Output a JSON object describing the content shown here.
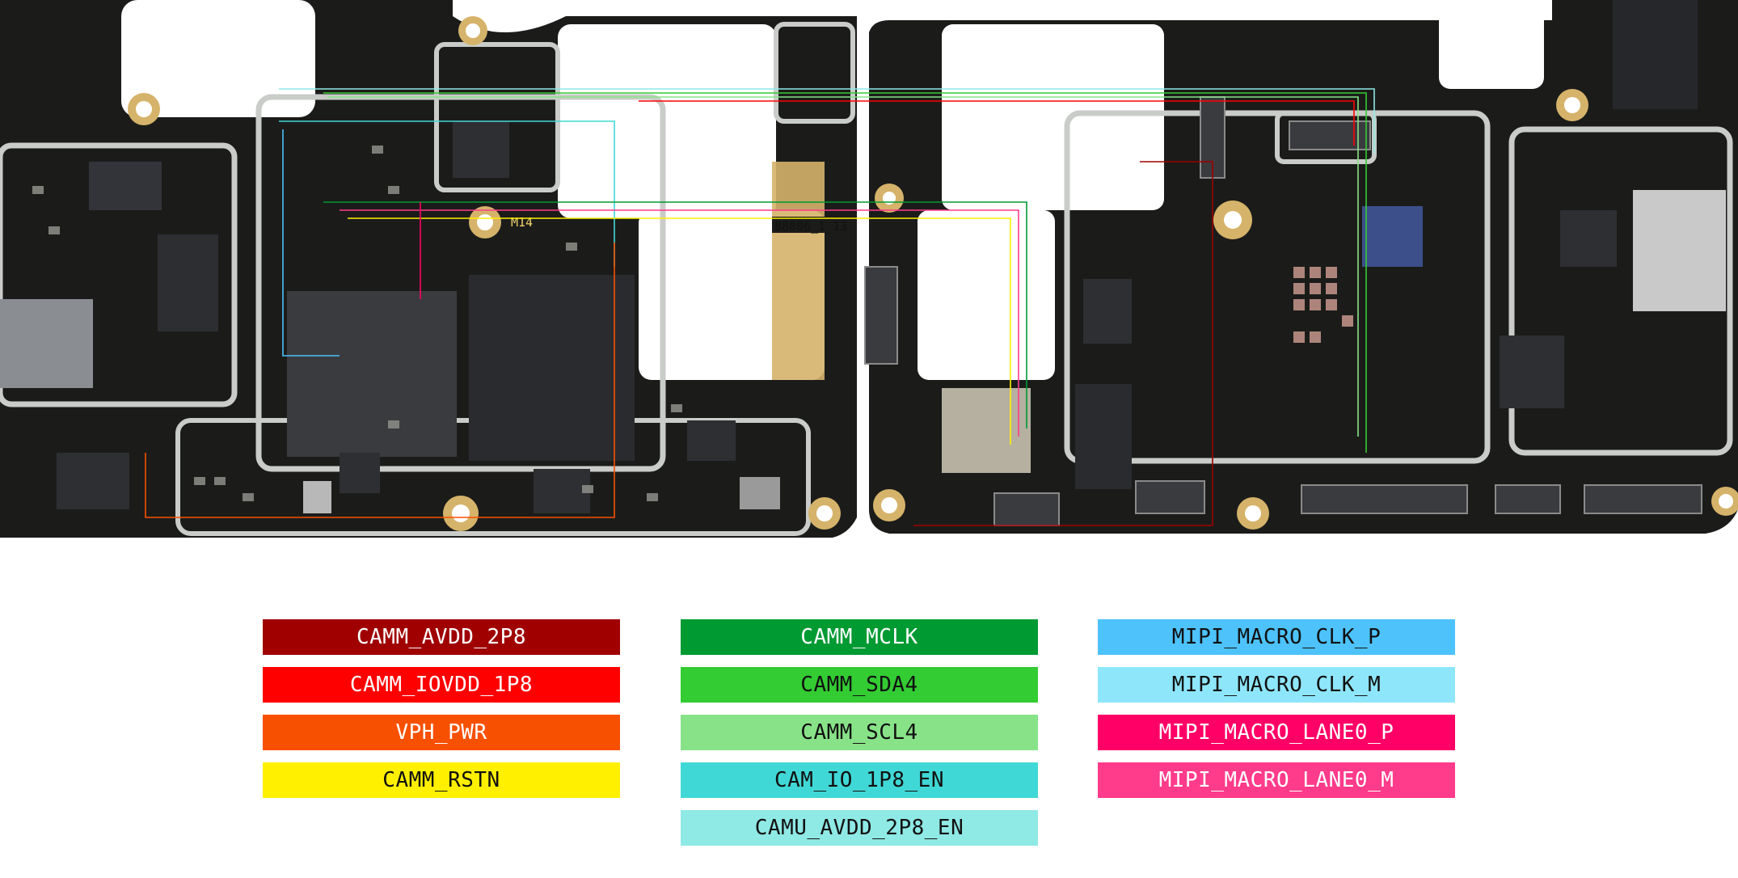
{
  "board": {
    "pcb_color": "#1b1c1a",
    "shield_color": "#c9ccc8",
    "pad_color": "#d6b36a",
    "labels": {
      "m14": "M14",
      "part": "88006_1_13"
    }
  },
  "legend": {
    "col1": [
      {
        "label": "CAMM_AVDD_2P8",
        "color": "#a00000",
        "text": "light"
      },
      {
        "label": "CAMM_IOVDD_1P8",
        "color": "#ff0000",
        "text": "light"
      },
      {
        "label": "VPH_PWR",
        "color": "#f75000",
        "text": "light"
      },
      {
        "label": "CAMM_RSTN",
        "color": "#fff000",
        "text": "dark"
      }
    ],
    "col2": [
      {
        "label": "CAMM_MCLK",
        "color": "#009a33",
        "text": "light"
      },
      {
        "label": "CAMM_SDA4",
        "color": "#33cc33",
        "text": "dark"
      },
      {
        "label": "CAMM_SCL4",
        "color": "#88e388",
        "text": "dark"
      },
      {
        "label": "CAM_IO_1P8_EN",
        "color": "#40d8d6",
        "text": "dark"
      },
      {
        "label": "CAMU_AVDD_2P8_EN",
        "color": "#8fe9e5",
        "text": "dark"
      }
    ],
    "col3": [
      {
        "label": "MIPI_MACRO_CLK_P",
        "color": "#4dc2fb",
        "text": "dark"
      },
      {
        "label": "MIPI_MACRO_CLK_M",
        "color": "#8ee6fb",
        "text": "dark"
      },
      {
        "label": "MIPI_MACRO_LANE0_P",
        "color": "#ff0066",
        "text": "light"
      },
      {
        "label": "MIPI_MACRO_LANE0_M",
        "color": "#ff3b8b",
        "text": "light"
      }
    ]
  }
}
